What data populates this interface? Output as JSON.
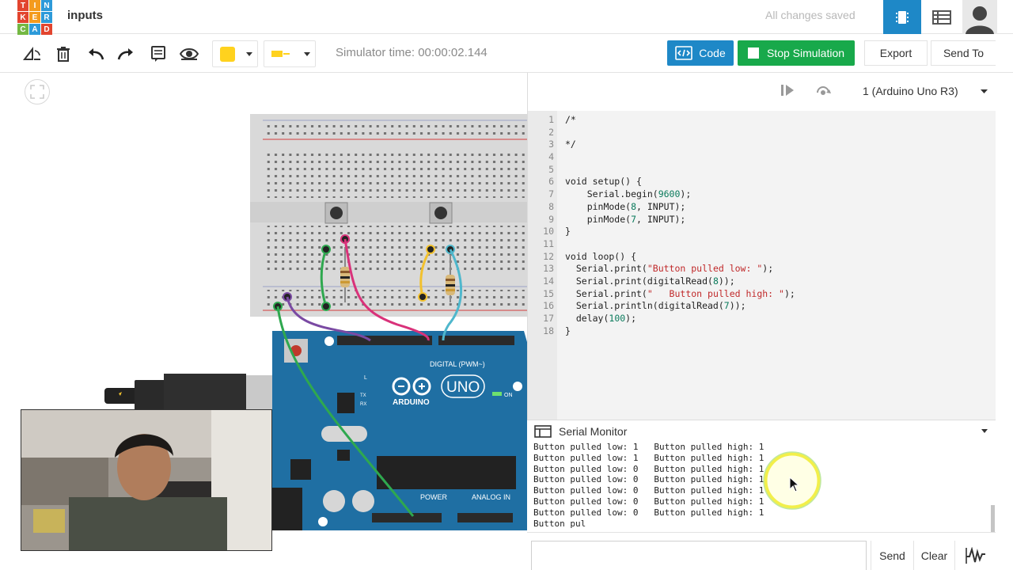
{
  "app": {
    "logo_letters": [
      "T",
      "I",
      "N",
      "K",
      "E",
      "R",
      "C",
      "A",
      "D"
    ],
    "logo_colors": [
      "#e2452f",
      "#f49b1d",
      "#2d9ad9",
      "#e2452f",
      "#f49b1d",
      "#2d9ad9",
      "#74b843",
      "#2d9ad9",
      "#e2452f"
    ],
    "project_title": "inputs",
    "save_status": "All changes saved"
  },
  "toolbar": {
    "simulator_time": "Simulator time: 00:00:02.144",
    "code_label": "Code",
    "stop_label": "Stop Simulation",
    "export_label": "Export",
    "send_to_label": "Send To",
    "fill_color": "#ffd21e",
    "line_color": "#ffd21e"
  },
  "code_panel": {
    "device": "1 (Arduino Uno R3)",
    "lines": [
      {
        "n": "1",
        "t": "/*"
      },
      {
        "n": "2",
        "t": ""
      },
      {
        "n": "3",
        "t": "*/"
      },
      {
        "n": "4",
        "t": ""
      },
      {
        "n": "5",
        "t": ""
      },
      {
        "n": "6",
        "t": "void setup() {"
      },
      {
        "n": "7",
        "t": "    Serial.begin(9600);"
      },
      {
        "n": "8",
        "t": "    pinMode(8, INPUT);"
      },
      {
        "n": "9",
        "t": "    pinMode(7, INPUT);"
      },
      {
        "n": "10",
        "t": "}"
      },
      {
        "n": "11",
        "t": ""
      },
      {
        "n": "12",
        "t": "void loop() {"
      },
      {
        "n": "13",
        "t": "  Serial.print(\"Button pulled low: \");"
      },
      {
        "n": "14",
        "t": "  Serial.print(digitalRead(8));"
      },
      {
        "n": "15",
        "t": "  Serial.print(\"   Button pulled high: \");"
      },
      {
        "n": "16",
        "t": "  Serial.println(digitalRead(7));"
      },
      {
        "n": "17",
        "t": "  delay(100);"
      },
      {
        "n": "18",
        "t": "}"
      }
    ]
  },
  "serial_monitor": {
    "title": "Serial Monitor",
    "output": [
      "Button pulled low: 1   Button pulled high: 1",
      "Button pulled low: 1   Button pulled high: 1",
      "Button pulled low: 0   Button pulled high: 1",
      "Button pulled low: 0   Button pulled high: 1",
      "Button pulled low: 0   Button pulled high: 1",
      "Button pulled low: 0   Button pulled high: 1",
      "Button pulled low: 0   Button pulled high: 1",
      "Button pul"
    ],
    "send_label": "Send",
    "clear_label": "Clear"
  },
  "circuit": {
    "board_labels": {
      "brand": "ARDUINO",
      "model": "UNO",
      "digital": "DIGITAL (PWM~)",
      "power": "POWER",
      "analog": "ANALOG IN",
      "on": "ON",
      "l": "L",
      "tx": "TX",
      "rx": "RX"
    }
  }
}
